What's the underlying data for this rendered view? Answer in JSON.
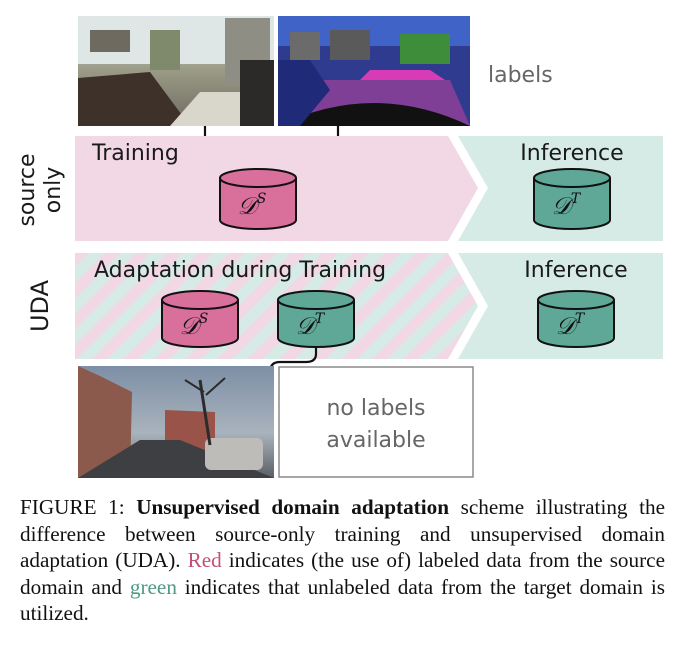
{
  "colors": {
    "source_band": "#f2d7e4",
    "target_band": "#d6ebe5",
    "source_cylinder": "#d9709b",
    "target_cylinder": "#5fa897",
    "red_text": "#c2507a",
    "green_text": "#4e9a86"
  },
  "top_images": {
    "label_text": "labels"
  },
  "rows": {
    "source_only": {
      "side_label_line1": "source",
      "side_label_line2": "only",
      "train_title": "Training",
      "infer_title": "Inference",
      "train_cyl": "𝒟",
      "train_cyl_sup": "S",
      "infer_cyl": "𝒟",
      "infer_cyl_sup": "T"
    },
    "uda": {
      "side_label": "UDA",
      "train_title": "Adaptation during Training",
      "infer_title": "Inference",
      "src_cyl": "𝒟",
      "src_cyl_sup": "S",
      "tgt_cyl": "𝒟",
      "tgt_cyl_sup": "T",
      "infer_cyl": "𝒟",
      "infer_cyl_sup": "T"
    }
  },
  "bottom_images": {
    "no_labels_line1": "no labels",
    "no_labels_line2": "available"
  },
  "caption": {
    "prefix": "FIGURE 1: ",
    "bold": "Unsupervised domain adaptation",
    "part1": " scheme illustrating the difference between source-only training and unsupervised domain adaptation (UDA). ",
    "red_word": "Red",
    "part2": " indicates (the use of) labeled data from the source domain and ",
    "green_word": "green",
    "part3": " indicates that unlabeled data from the target domain is utilized."
  }
}
